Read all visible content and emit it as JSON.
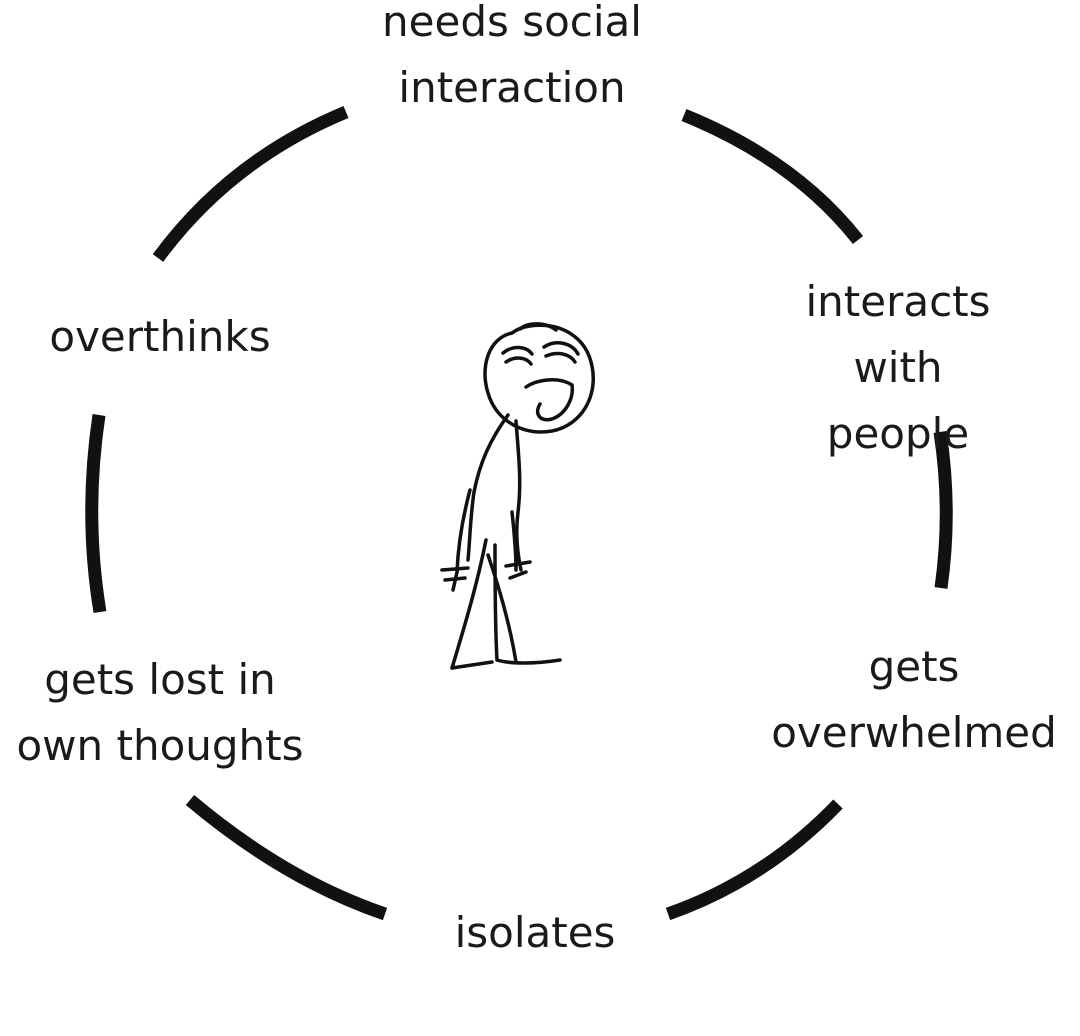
{
  "cycle": {
    "steps": [
      {
        "label": "needs social\ninteraction"
      },
      {
        "label": "interacts with\npeople"
      },
      {
        "label": "gets\noverwhelmed"
      },
      {
        "label": "isolates"
      },
      {
        "label": "gets lost in\nown thoughts"
      },
      {
        "label": "overthinks"
      }
    ]
  },
  "colors": {
    "ink": "#111111",
    "text": "#1a1a1a",
    "background": "#ffffff"
  },
  "illustration": {
    "icon": "stick-figure-sad-icon"
  }
}
